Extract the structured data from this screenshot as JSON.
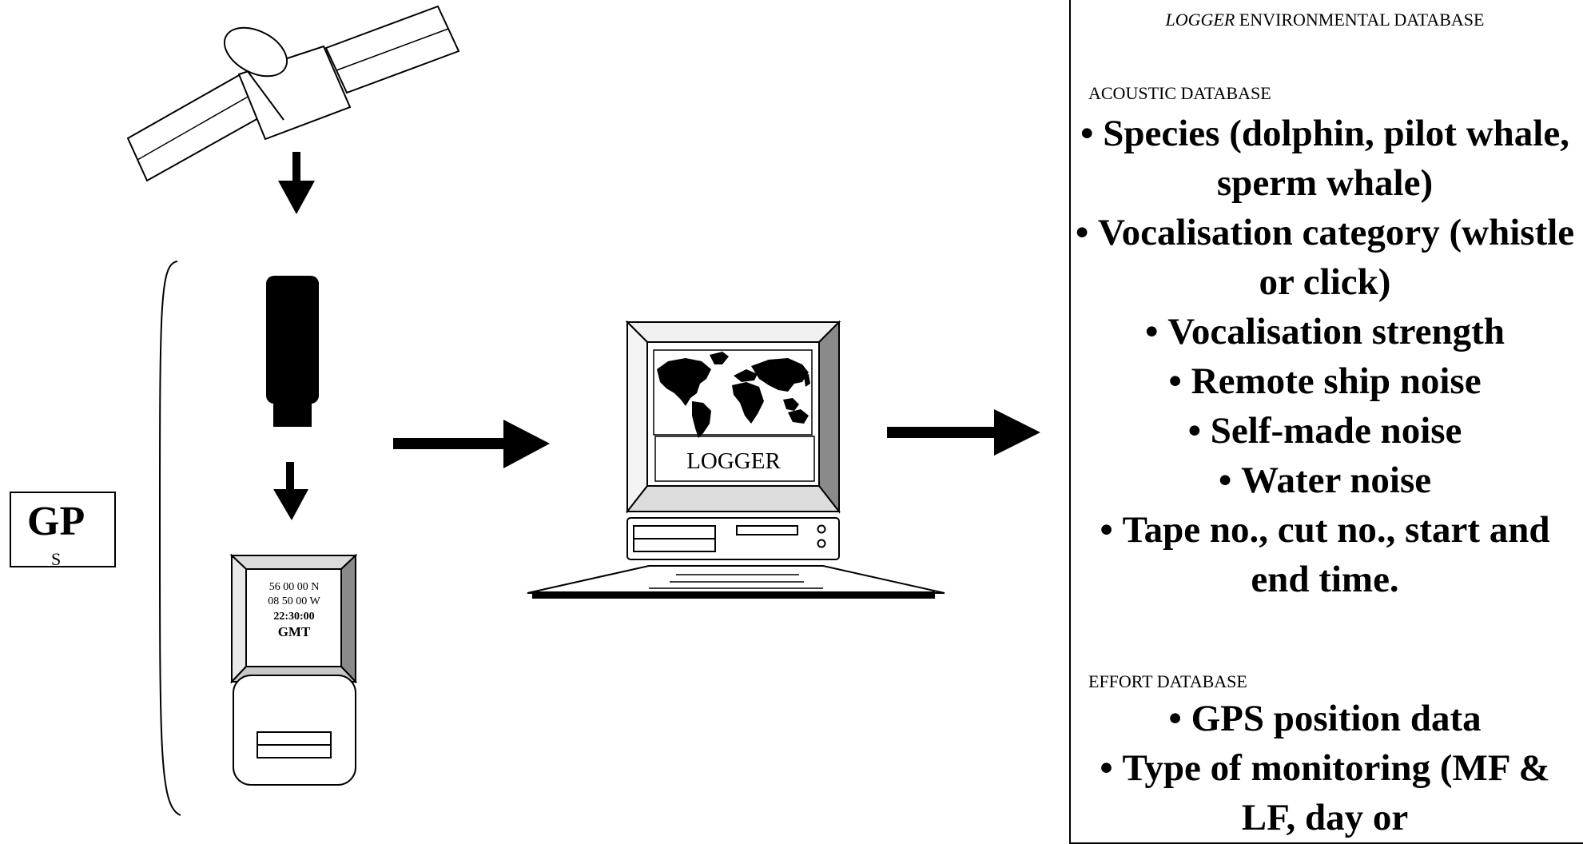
{
  "gps_box": {
    "label": "GP",
    "sublabel": "S"
  },
  "gps_display": {
    "line1": "56 00 00 N",
    "line2": "08 50 00 W",
    "time": "22:30:00",
    "zone": "GMT"
  },
  "computer": {
    "screen_label": "LOGGER"
  },
  "database": {
    "title_italic": "LOGGER",
    "title_rest": " ENVIRONMENTAL DATABASE",
    "acoustic": {
      "heading": "ACOUSTIC DATABASE",
      "items": [
        "Species (dolphin, pilot whale, sperm whale)",
        "Vocalisation category (whistle or click)",
        "Vocalisation strength",
        "Remote ship noise",
        "Self-made noise",
        "Water noise",
        "Tape no., cut no., start and end time."
      ]
    },
    "effort": {
      "heading": "EFFORT DATABASE",
      "items": [
        "GPS position data",
        "Type of monitoring (MF & LF, day or"
      ]
    }
  },
  "colors": {
    "line": "#000000",
    "bezel_light": "#dcdcdc",
    "bezel_dark": "#8a8a8a"
  }
}
